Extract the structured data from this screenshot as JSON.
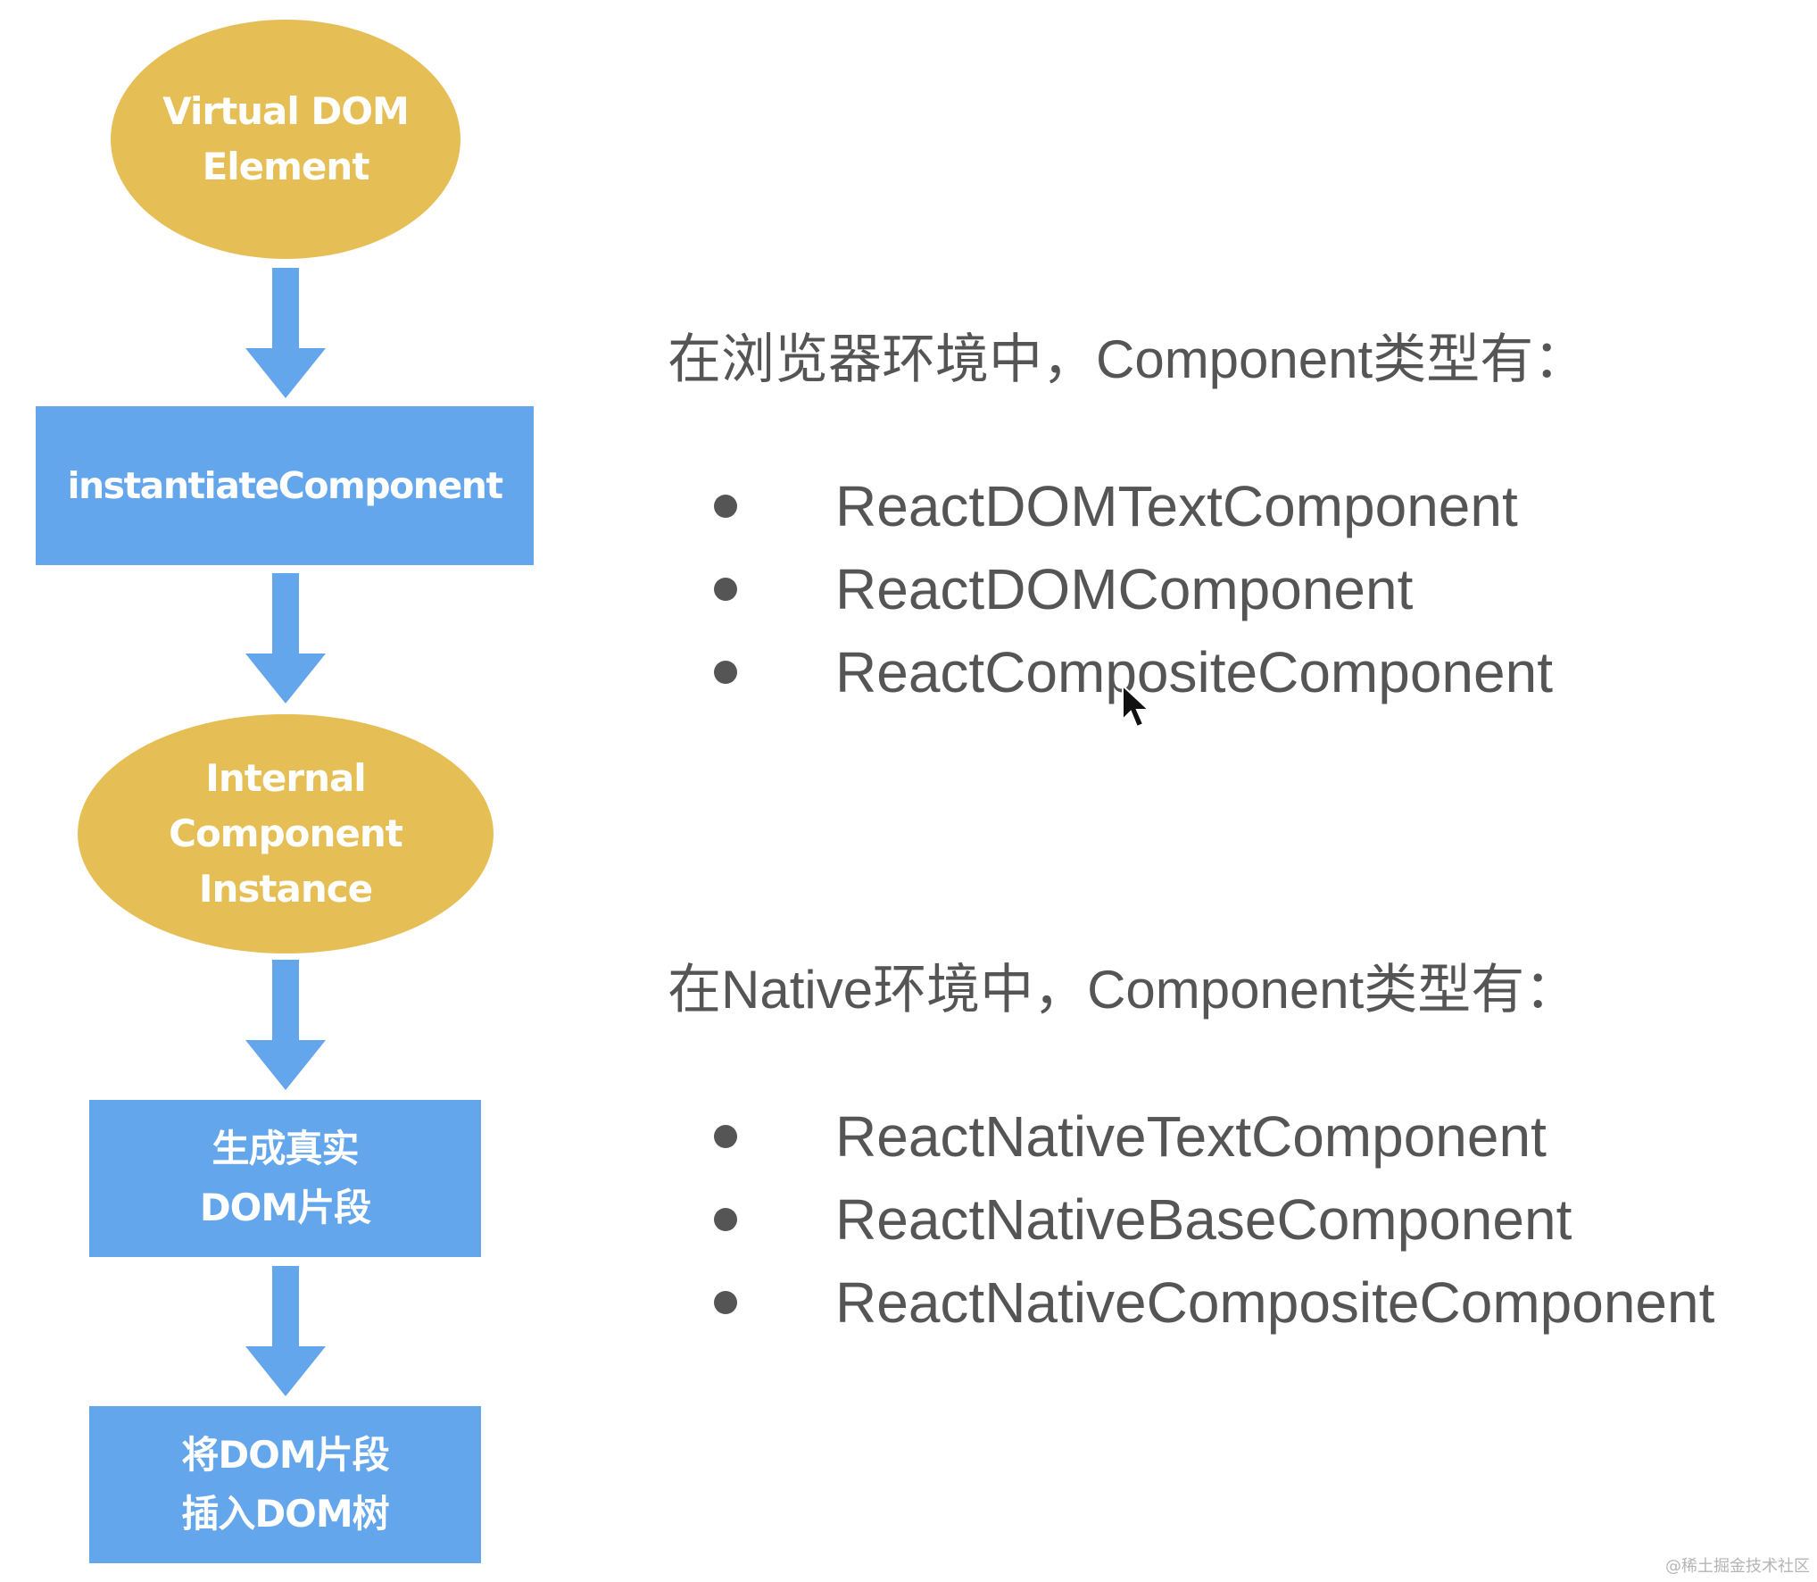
{
  "flowchart": {
    "nodes": [
      {
        "shape": "oval",
        "lines": [
          "Virtual DOM",
          "Element"
        ]
      },
      {
        "shape": "rect",
        "lines": [
          "instantiateComponent"
        ]
      },
      {
        "shape": "oval",
        "lines": [
          "Internal",
          "Component",
          "Instance"
        ]
      },
      {
        "shape": "rect",
        "lines": [
          "生成真实",
          "DOM片段"
        ]
      },
      {
        "shape": "rect",
        "lines": [
          "将DOM片段",
          "插入DOM树"
        ]
      }
    ],
    "colors": {
      "oval": "#e5bf55",
      "rect": "#64a6ec",
      "arrow": "#64a6ec"
    }
  },
  "browser": {
    "heading": "在浏览器环境中，Component类型有：",
    "items": [
      "ReactDOMTextComponent",
      "ReactDOMComponent",
      "ReactCompositeComponent"
    ]
  },
  "native": {
    "heading": "在Native环境中，Component类型有：",
    "items": [
      "ReactNativeTextComponent",
      "ReactNativeBaseComponent",
      "ReactNativeCompositeComponent"
    ]
  },
  "watermark": "@稀土掘金技术社区",
  "icons": {
    "arrow": "arrow-down-icon",
    "cursor": "mouse-pointer-icon",
    "bullet": "bullet-dot-icon"
  }
}
